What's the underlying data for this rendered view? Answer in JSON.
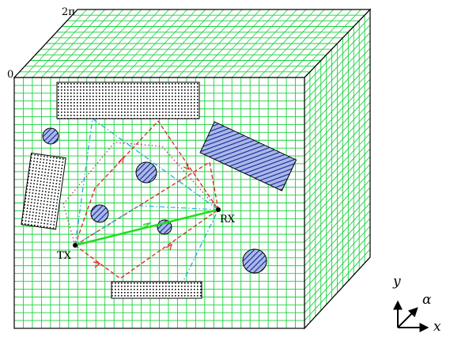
{
  "labels": {
    "top_corner": "2π",
    "left_corner": "0",
    "transmitter": "TX",
    "receiver": "RX"
  },
  "axes": {
    "y": "y",
    "x": "x",
    "alpha": "α"
  },
  "colors": {
    "grid": "#19d23c",
    "direct_path": "#22dd22",
    "red_path": "#dd2222",
    "cyan_path": "#22aadd",
    "magenta_path": "#cc2266",
    "scatterer_fill": "#9fb0dd",
    "scatterer_hatch": "#1a2aa0"
  }
}
